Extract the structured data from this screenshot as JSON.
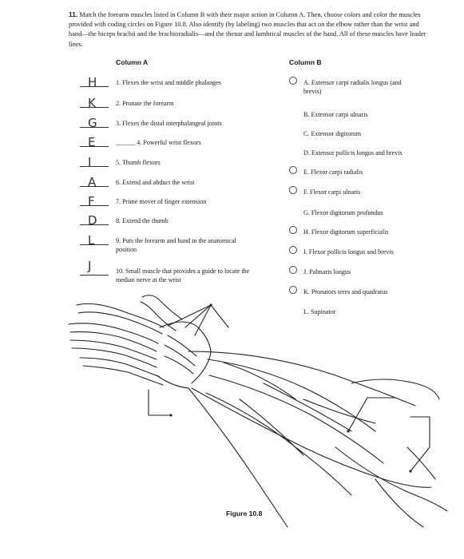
{
  "question": {
    "number": "11.",
    "text": "Match the forearm muscles listed in Column B with their major action in Column A. Then, choose colors and color the muscles provided with coding circles on Figure 10.8. Also identify (by labeling) two muscles that act on the elbow rather than the wrist and hand—the biceps brachii and the brachioradialis—and the thenar and lumbrical muscles of the hand. All of these muscles have leader lines."
  },
  "column_a": {
    "heading": "Column A",
    "rows": [
      {
        "answer": "H",
        "text": "1. Flexes the wrist and middle phalanges"
      },
      {
        "answer": "K",
        "text": "2. Pronate the forearm"
      },
      {
        "answer": "G",
        "text": "3. Flexes the distal interphalangeal joints"
      },
      {
        "answer": "E",
        "text": "______ 4. Powerful wrist flexors"
      },
      {
        "answer": "I",
        "text": "5. Thumb flexors"
      },
      {
        "answer": "A",
        "text": "6. Extend and abduct the wrist"
      },
      {
        "answer": "F",
        "text": "7. Prime mover of finger extension"
      },
      {
        "answer": "D",
        "text": "8. Extend the thumb"
      },
      {
        "answer": "L",
        "text": "9. Puts the forearm and hand in the anatomical position"
      },
      {
        "answer": "J",
        "text": "10. Small muscle that provides a guide to locate the median nerve at the wrist"
      }
    ]
  },
  "column_b": {
    "heading": "Column B",
    "rows": [
      {
        "circle": true,
        "text": "A. Extensor carpi radialis longus (and brevis)"
      },
      {
        "circle": false,
        "text": "B. Extensor carpi ulnaris"
      },
      {
        "circle": false,
        "text": "C. Extensor digitorum"
      },
      {
        "circle": false,
        "text": "D. Extensor pollicis longus and brevis"
      },
      {
        "circle": true,
        "text": "E. Flexor carpi radialis"
      },
      {
        "circle": true,
        "text": "F. Flexor carpi ulnaris"
      },
      {
        "circle": false,
        "text": "G. Flexor digitorum profundus"
      },
      {
        "circle": true,
        "text": "H. Flexor digitorum superficialis"
      },
      {
        "circle": true,
        "text": "I. Flexor pollicis longus and brevis"
      },
      {
        "circle": true,
        "text": "J. Palmaris longus"
      },
      {
        "circle": true,
        "text": "K. Pronators teres and quadratus"
      },
      {
        "circle": false,
        "text": "L. Supinator"
      }
    ]
  },
  "figure": {
    "caption": "Figure 10.8"
  }
}
